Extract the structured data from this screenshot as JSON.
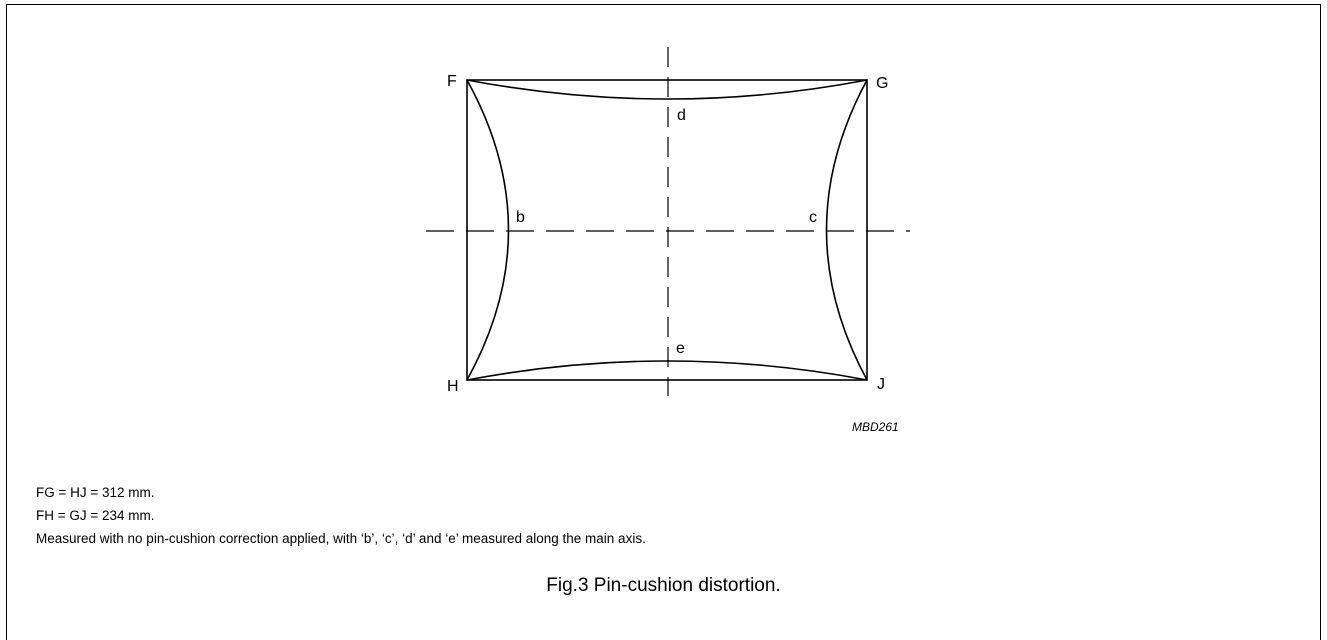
{
  "figure": {
    "points": {
      "F": "F",
      "G": "G",
      "H": "H",
      "J": "J",
      "b": "b",
      "c": "c",
      "d": "d",
      "e": "e"
    },
    "reference_code": "MBD261",
    "notes": [
      "FG = HJ = 312 mm.",
      "FH = GJ = 234 mm.",
      "Measured with no pin-cushion correction applied, with ‘b’, ‘c’, ‘d’ and ‘e’ measured along the main axis."
    ],
    "caption": "Fig.3  Pin-cushion distortion."
  }
}
